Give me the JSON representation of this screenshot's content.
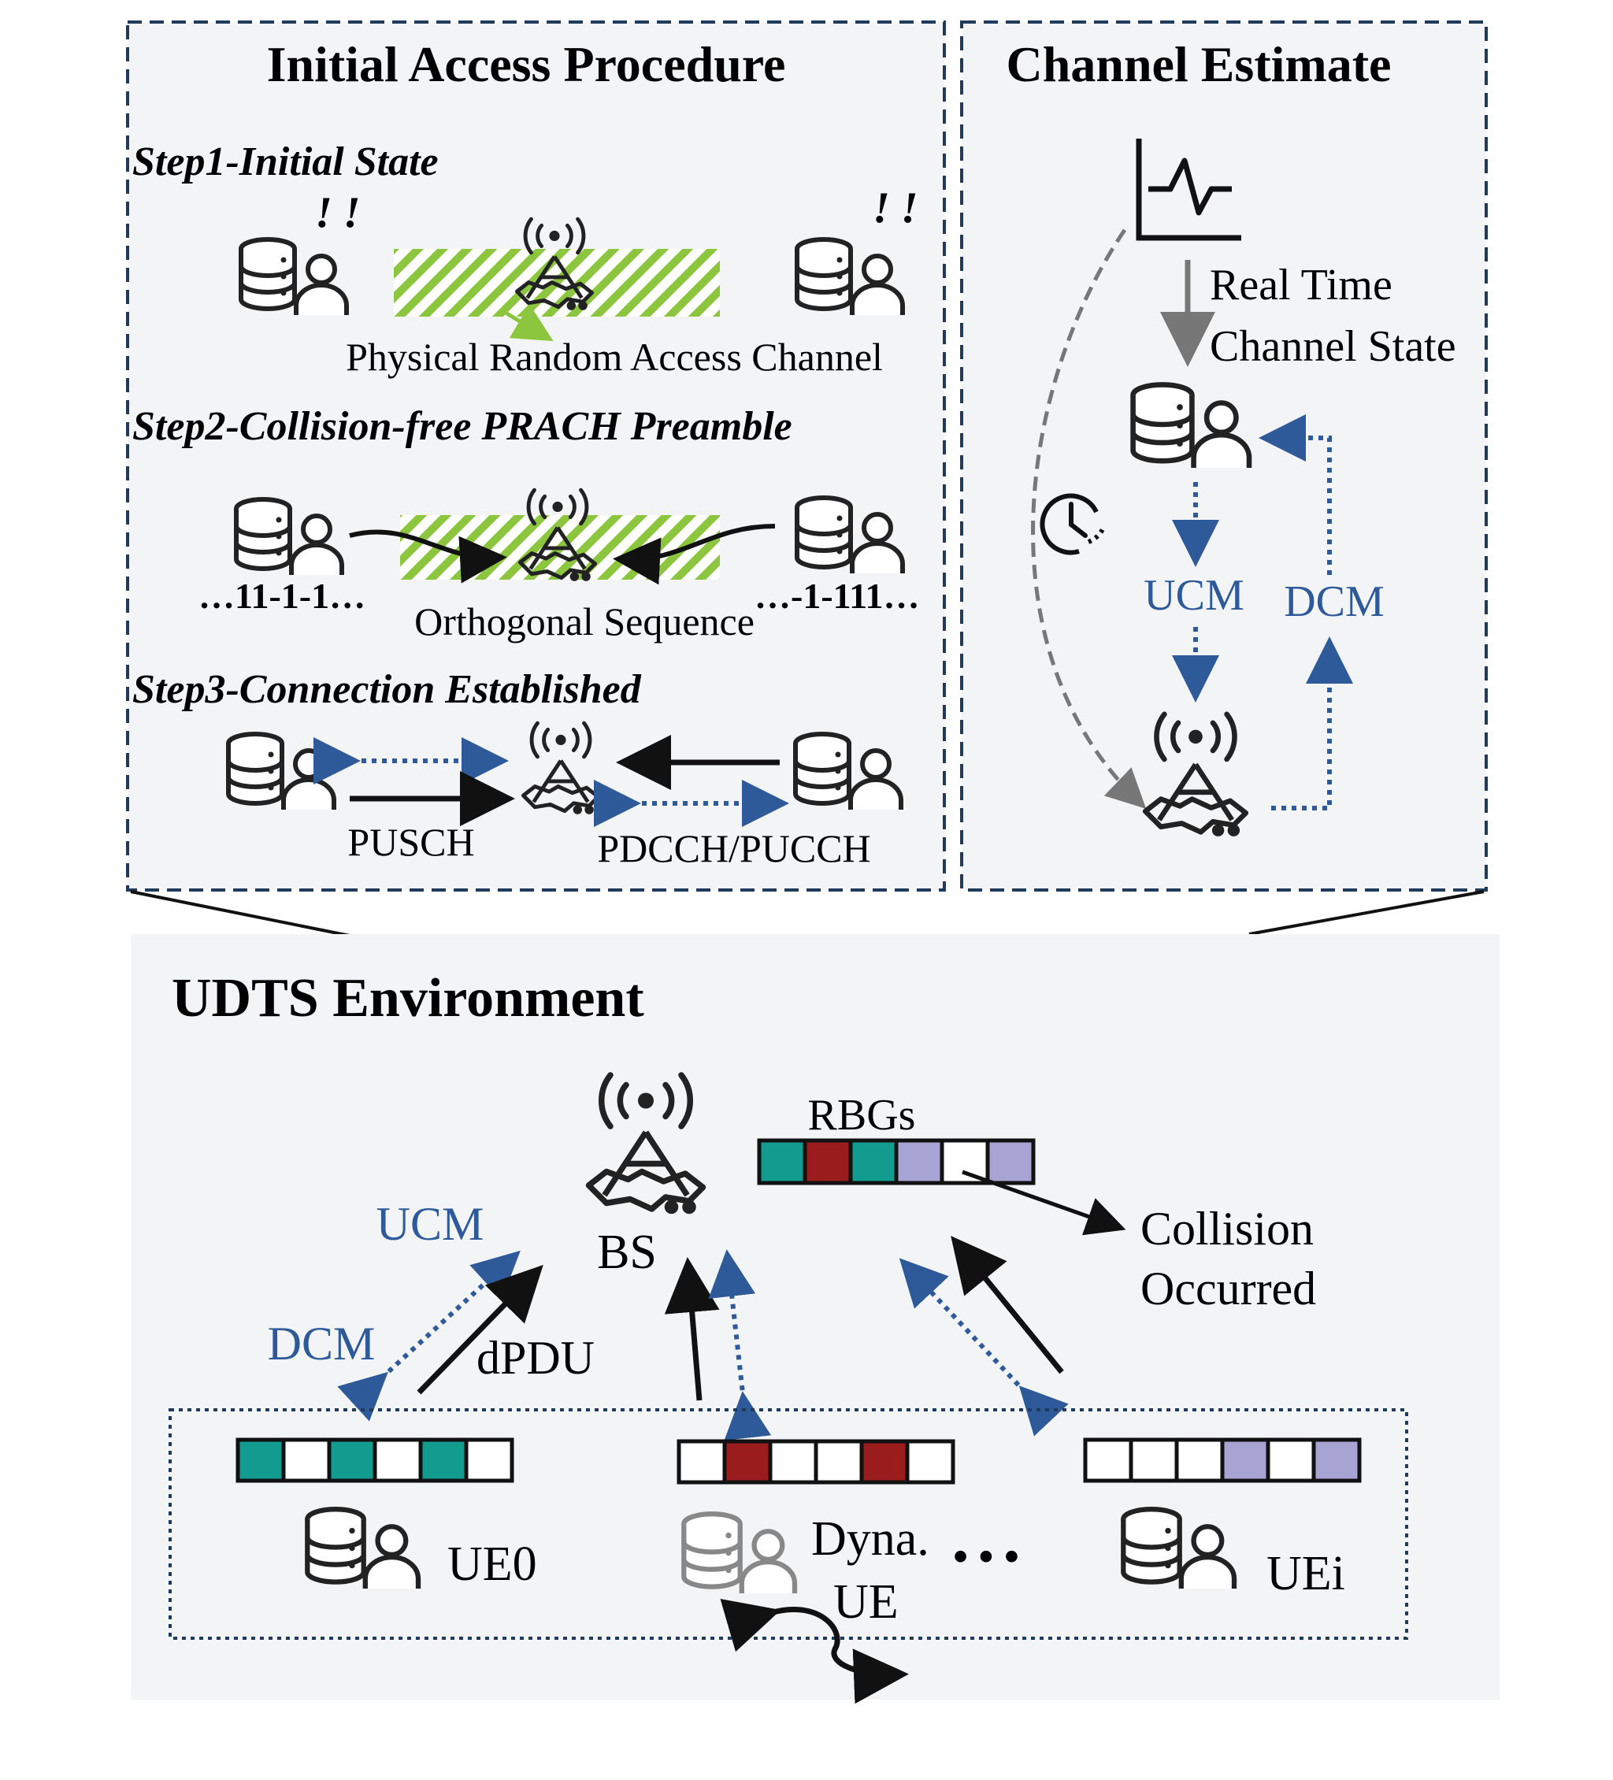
{
  "panels": {
    "initial_access": {
      "title": "Initial Access Procedure",
      "step1": {
        "label": "Step1-Initial State",
        "alert": "! !",
        "channel_label": "Physical Random Access Channel"
      },
      "step2": {
        "label": "Step2-Collision-free PRACH Preamble",
        "left_seq": "…11-1-1…",
        "right_seq": "…-1-111…",
        "sequence_label": "Orthogonal Sequence"
      },
      "step3": {
        "label": "Step3-Connection Established",
        "left_link": "PUSCH",
        "right_link": "PDCCH/PUCCH"
      }
    },
    "channel_estimate": {
      "title": "Channel Estimate",
      "state_line1": "Real Time",
      "state_line2": "Channel State",
      "ucm": "UCM",
      "dcm": "DCM"
    },
    "environment": {
      "title": "UDTS Environment",
      "bs_label": "BS",
      "rbgs_label": "RBGs",
      "collision_line1": "Collision",
      "collision_line2": "Occurred",
      "ucm": "UCM",
      "dcm": "DCM",
      "dpdu": "dPDU",
      "ue0": "UE0",
      "dyna_line1": "Dyna.",
      "dyna_line2": "UE",
      "ellipsis": "• • •",
      "uei": "UEi"
    }
  },
  "colors": {
    "panel_bg": "#f3f4f6",
    "border": "#1f3a5a",
    "blue_text": "#2e5a9a",
    "teal": "#129c8f",
    "red": "#9b1c1c",
    "lavender": "#a7a3d3",
    "stripe_green": "#8cc63f"
  },
  "rbg_slots": {
    "bs": [
      "teal",
      "red",
      "teal",
      "lavender",
      "empty",
      "lavender"
    ],
    "ue0": [
      "teal",
      "empty",
      "teal",
      "empty",
      "teal",
      "empty"
    ],
    "dyna": [
      "empty",
      "red",
      "empty",
      "empty",
      "red",
      "empty"
    ],
    "uei": [
      "empty",
      "empty",
      "empty",
      "lavender",
      "empty",
      "lavender"
    ]
  }
}
